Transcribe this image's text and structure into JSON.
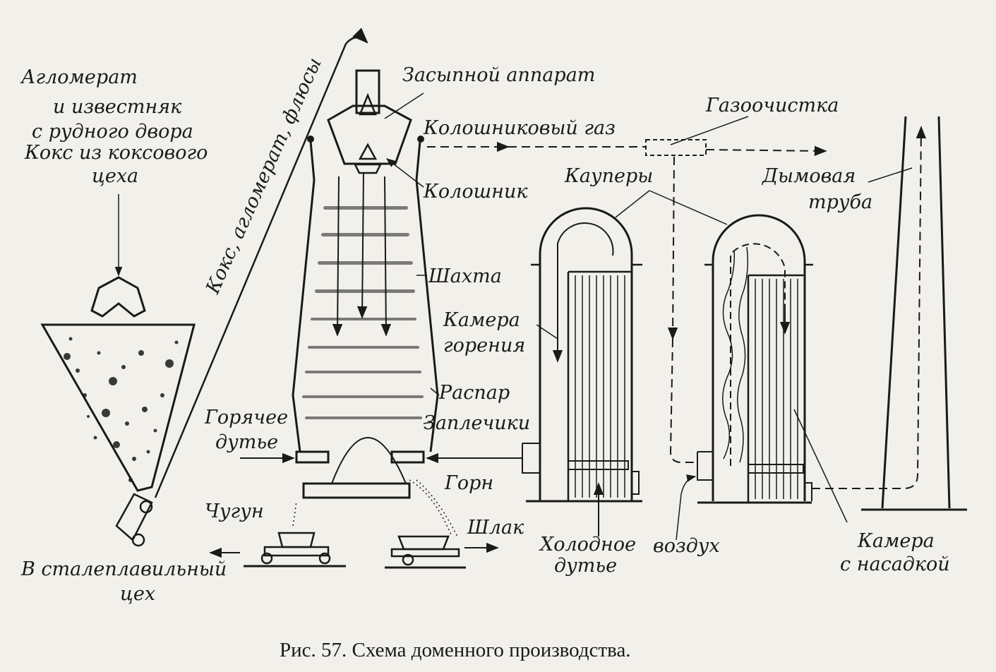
{
  "labels": {
    "aglomerat1": "Агломерат",
    "aglomerat2": "и известняк",
    "aglomerat3": "с рудного двора",
    "aglomerat4": "Кокс из коксового",
    "aglomerat5": "цеха",
    "conveyor": "Кокс, агломерат, флюсы",
    "zasypnoy": "Засыпной аппарат",
    "koloshnikovy_gaz": "Колошниковый газ",
    "gazoochistka": "Газоочистка",
    "kaupery": "Кауперы",
    "dymovaya1": "Дымовая",
    "dymovaya2": "труба",
    "koloshnik": "Колошник",
    "shakhta": "Шахта",
    "kamera_gor1": "Камера",
    "kamera_gor2": "горения",
    "raspar": "Распар",
    "zaplechiki": "Заплечики",
    "goryachee1": "Горячее",
    "goryachee2": "дутье",
    "gorn": "Горн",
    "chugun": "Чугун",
    "shlak": "Шлак",
    "kholodnoe1": "Холодное",
    "kholodnoe2": "дутье",
    "vozdukh": "воздух",
    "kamera_nas1": "Камера",
    "kamera_nas2": "с насадкой",
    "stal1": "В сталеплавильный",
    "stal2": "цех"
  },
  "caption": "Рис. 57. Схема доменного производства."
}
